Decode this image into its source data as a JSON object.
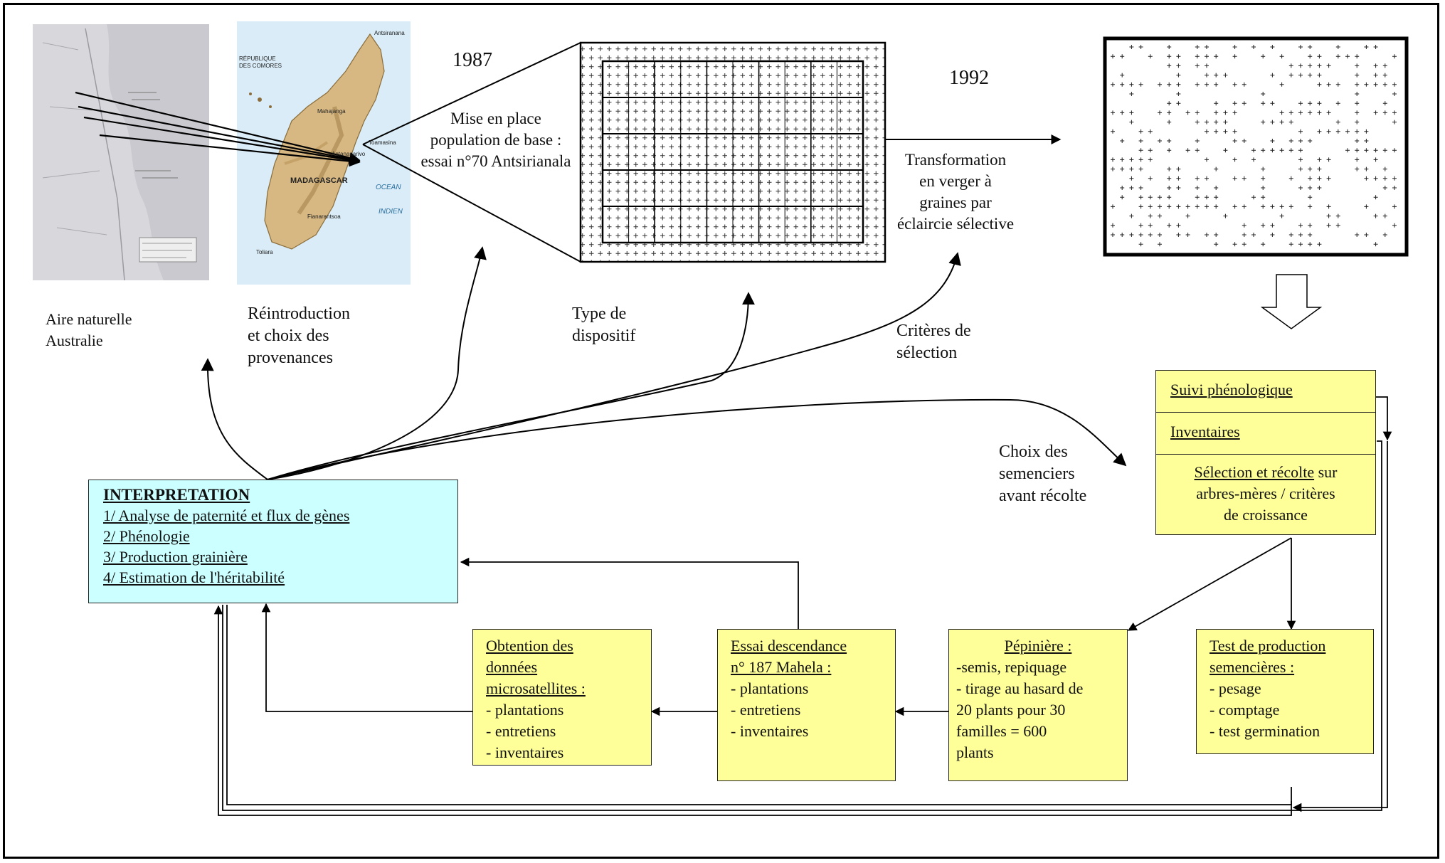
{
  "labels": {
    "year_1987": "1987",
    "year_1992": "1992",
    "mise_en_place": [
      "Mise en place",
      "population de base :",
      "essai n°70 Antsirianala"
    ],
    "transformation": [
      "Transformation",
      "en verger à",
      "graines par",
      "éclaircie sélective"
    ],
    "aire_naturelle": [
      "Aire naturelle",
      "Australie"
    ],
    "reintroduction": [
      "Réintroduction",
      "et choix des",
      "provenances"
    ],
    "type_dispositif": [
      "Type de",
      "dispositif"
    ],
    "criteres_selection": [
      "Critères de",
      "sélection"
    ],
    "choix_semenciers": [
      "Choix des",
      "semenciers",
      "avant récolte"
    ]
  },
  "map_madagascar": {
    "labels": [
      "Antsiranana",
      "RÉPUBLIQUE DES COMORES",
      "MADAGASCAR",
      "OCEAN",
      "INDIEN",
      "Antananarivo",
      "Toamasina",
      "Toliara",
      "Mahajanga",
      "Fianarantsoa"
    ]
  },
  "interpretation": {
    "title": "INTERPRETATION",
    "items": [
      "1/ Analyse de paternité et flux de gènes",
      "2/ Phénologie",
      "3/ Production grainière",
      "4/ Estimation de l'héritabilité"
    ]
  },
  "right_box": {
    "suivi": "Suivi phénologique",
    "inventaires": "Inventaires",
    "selection_u": "Sélection et récolte",
    "selection_rest": " sur",
    "selection_lines": [
      "arbres-mères / critères",
      "de croissance"
    ]
  },
  "boxes": {
    "obtention": {
      "title": [
        "Obtention des",
        "données",
        "microsatellites :"
      ],
      "items": [
        "- plantations",
        "- entretiens",
        "- inventaires"
      ]
    },
    "essai": {
      "title": [
        "Essai descendance",
        "n° 187 Mahela :"
      ],
      "items": [
        "- plantations",
        "- entretiens",
        "- inventaires"
      ]
    },
    "pepiniere": {
      "title": "Pépinière :",
      "items": [
        "-semis, repiquage",
        "- tirage au hasard de",
        "20 plants pour 30",
        "familles = 600",
        "plants"
      ]
    },
    "test": {
      "title": [
        "Test de production",
        "semencières :"
      ],
      "items": [
        "- pesage",
        "- comptage",
        "- test germination"
      ]
    }
  }
}
